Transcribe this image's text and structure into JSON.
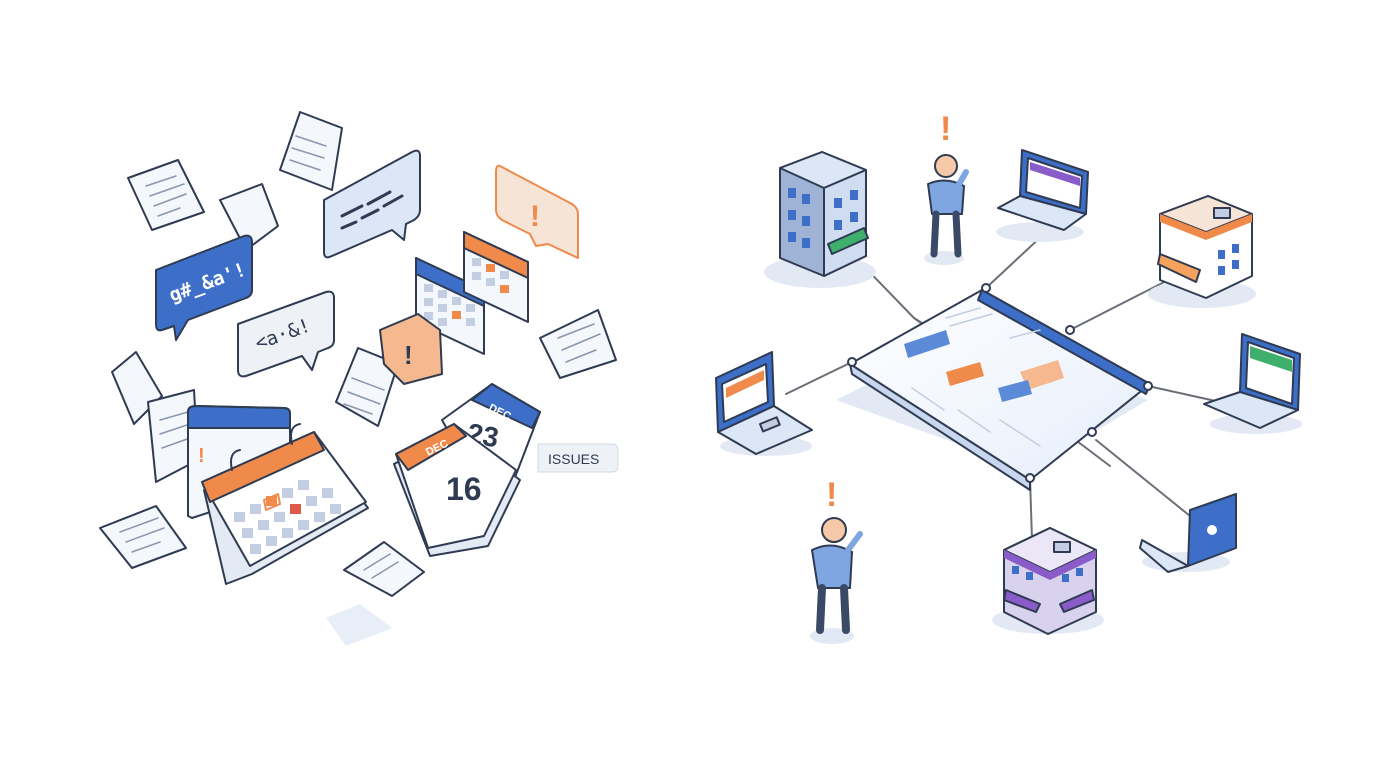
{
  "left_cluster": {
    "bubble_blue_text": "g#_&a'!",
    "bubble_gray_text": "<a·&!",
    "alert_bubble_glyph": "!",
    "note_glyph": "!",
    "calendar_month_top": "DEC",
    "calendar_day_top": "23",
    "calendar_month_bottom": "DEC",
    "calendar_day_bottom": "16",
    "issues_label": "ISSUES",
    "window_alert_glyph": "!"
  },
  "right_cluster": {
    "person_top_alert": "!",
    "person_bottom_alert": "!"
  },
  "colors": {
    "blue": "#3d6fc9",
    "blue_light": "#dbe6f7",
    "orange": "#f08a4b",
    "orange_light": "#f6c9a8",
    "green": "#3fb06b",
    "purple": "#8a5cc9",
    "stroke": "#2f3b52",
    "paper": "#f4f7fc",
    "shadow": "#e3e9f4"
  },
  "icons": [
    "document-icon",
    "chat-bubble-icon",
    "alert-bubble-icon",
    "calendar-icon",
    "sticky-note-icon",
    "building-icon",
    "store-icon",
    "laptop-icon",
    "person-icon",
    "dashboard-board-icon"
  ]
}
